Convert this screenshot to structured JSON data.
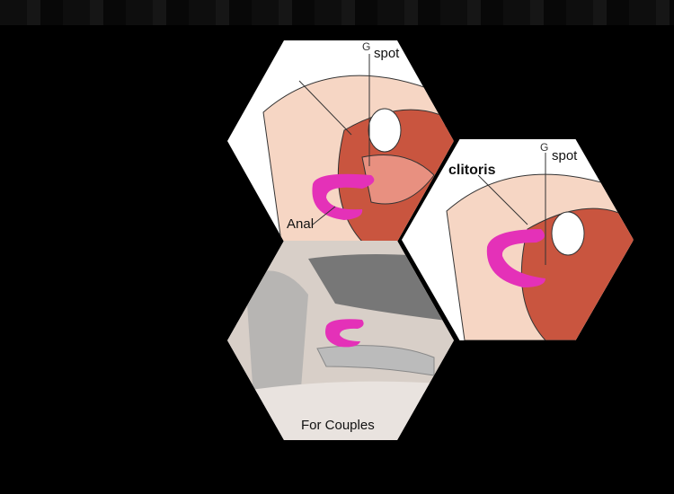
{
  "panels": {
    "top": {
      "g_label": "G",
      "spot_label": "spot",
      "anal_label": "Anal"
    },
    "right": {
      "g_label": "G",
      "spot_label": "spot",
      "clitoris_label": "clitoris"
    },
    "bottom": {
      "caption": "For Couples"
    }
  },
  "colors": {
    "device": "#e431b8",
    "skin": "#f6d6c4",
    "tissue": "#c9553f",
    "background": "#000000"
  }
}
